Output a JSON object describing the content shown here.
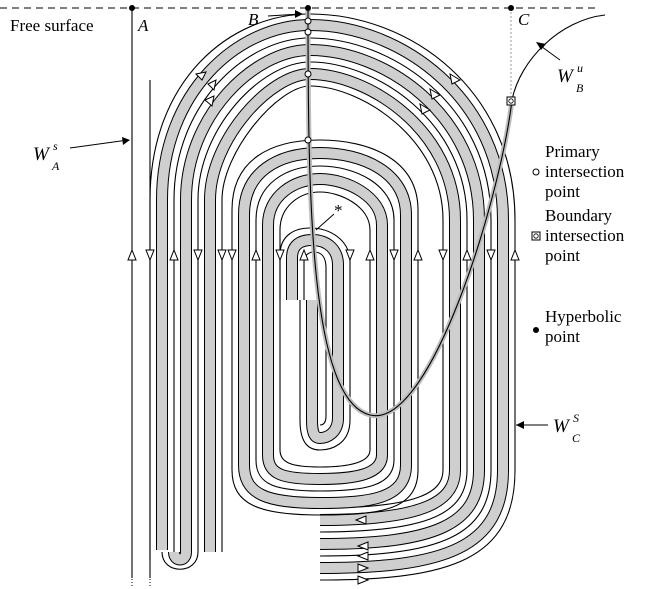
{
  "labels": {
    "free_surface": "Free surface",
    "point_a": "A",
    "point_b": "B",
    "point_c": "C",
    "star": "*"
  },
  "manifolds": {
    "wa": {
      "base": "W",
      "sup": "s",
      "sub": "A"
    },
    "wb": {
      "base": "W",
      "sup": "u",
      "sub": "B"
    },
    "wc": {
      "base": "W",
      "sup": "S",
      "sub": "C"
    }
  },
  "legend": [
    {
      "marker": "open-circle",
      "lines": [
        "Primary",
        "intersection",
        "point"
      ]
    },
    {
      "marker": "boxed-circle",
      "lines": [
        "Boundary",
        "intersection",
        "point"
      ]
    },
    {
      "marker": "filled-dot",
      "lines": [
        "Hyperbolic",
        "point"
      ]
    }
  ]
}
